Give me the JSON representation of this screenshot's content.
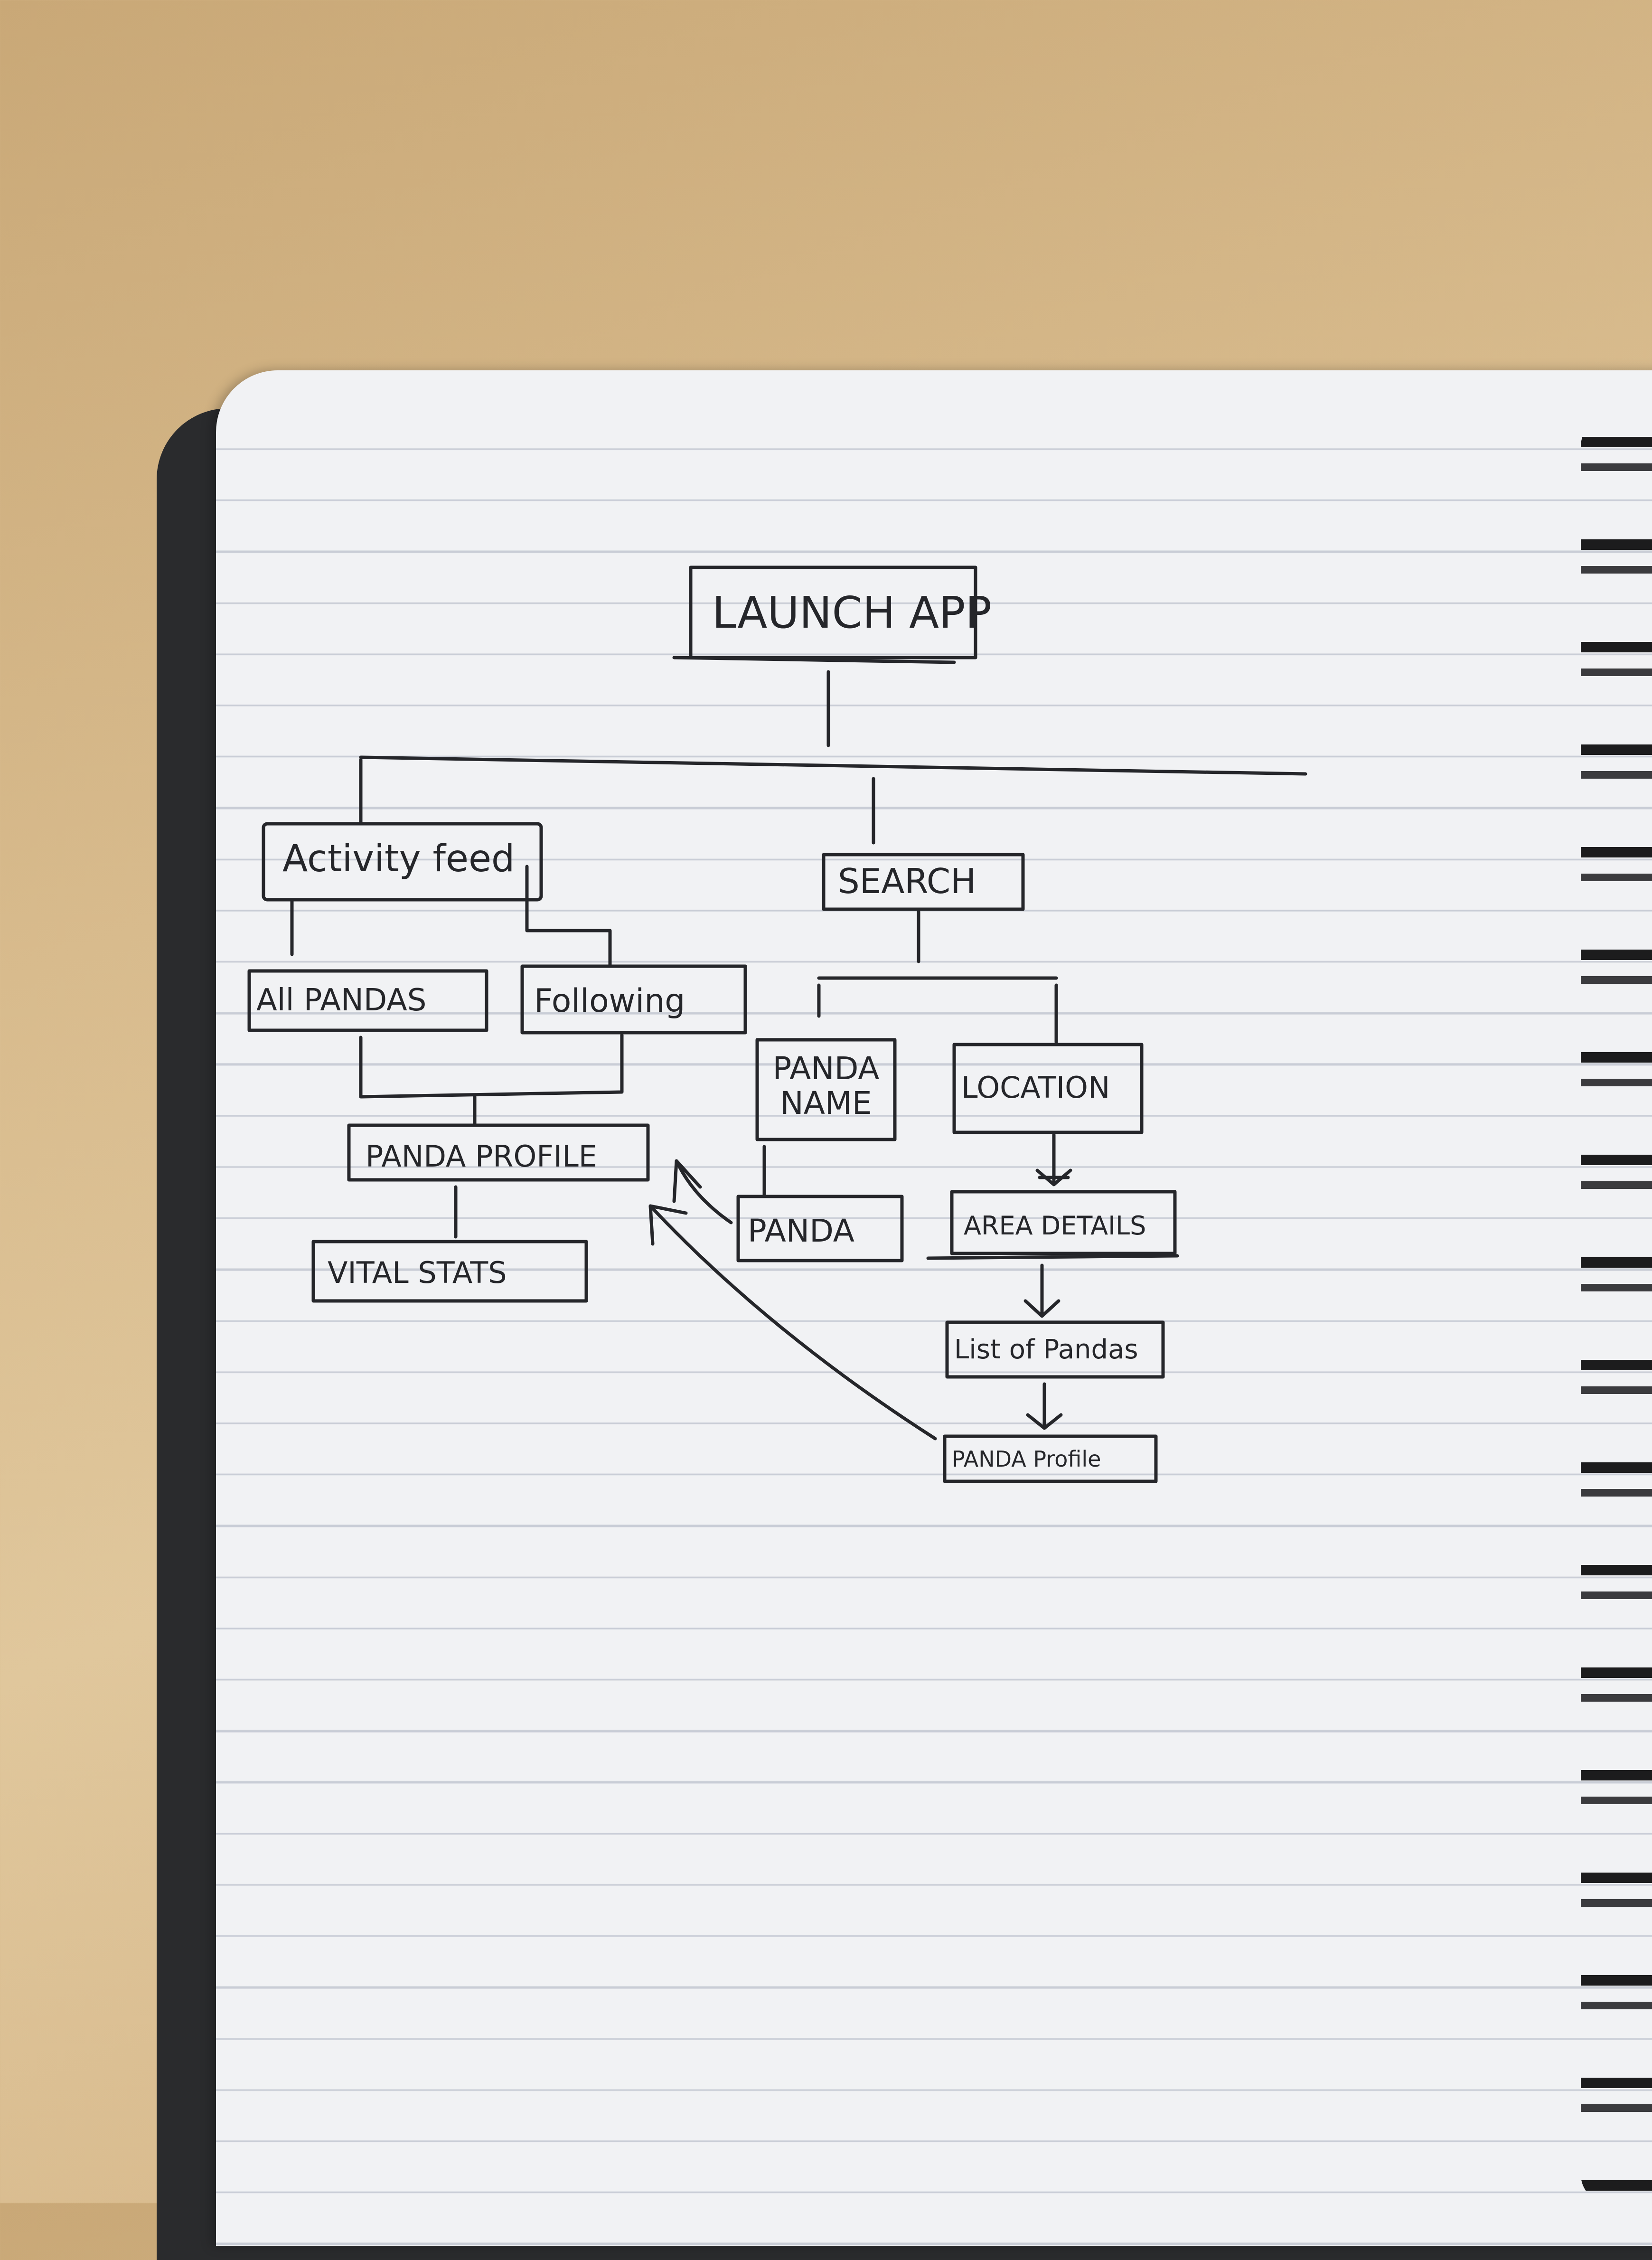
{
  "diagram": {
    "nodes": {
      "launch_app": "LAUNCH APP",
      "activity_feed": "Activity feed",
      "search": "SEARCH",
      "all_pandas": "All PANDAS",
      "following": "Following",
      "panda_name": "PANDA NAME",
      "location": "LOCATION",
      "panda_profile": "PANDA PROFILE",
      "panda": "PANDA",
      "area_details": "AREA DETAILS",
      "vital_stats": "VITAL STATS",
      "list_of_pandas": "List of Pandas",
      "panda_profile_2": "PANDA Profile"
    },
    "colors": {
      "ink": "#25262a",
      "paper": "#f1f2f4",
      "ruling": "#c9cdd6",
      "desk": "#d8bb8d"
    }
  }
}
